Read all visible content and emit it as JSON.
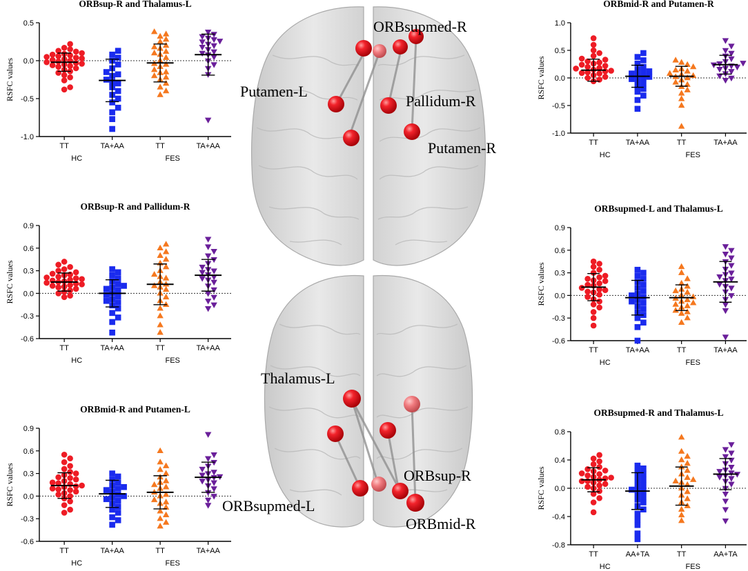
{
  "brain": {
    "labels": {
      "orbsupmed_r": "ORBsupmed-R",
      "putamen_l": "Putamen-L",
      "pallidum_r": "Pallidum-R",
      "putamen_r": "Putamen-R",
      "thalamus_l": "Thalamus-L",
      "orbsup_r": "ORBsup-R",
      "orbsupmed_l": "ORBsupmed-L",
      "orbmid_r": "ORBmid-R"
    },
    "node_color": "#e8141b"
  },
  "chart_data": [
    {
      "id": "c1",
      "type": "scatter",
      "title": "ORBsup-R and Thalamus-L",
      "ylabel": "RSFC values",
      "ylim": [
        -1.0,
        0.5
      ],
      "yticks": [
        "-1.0",
        "-0.5",
        "0.0",
        "0.5"
      ],
      "categories": [
        "TT",
        "TA+AA",
        "TT",
        "TA+AA"
      ],
      "groups": [
        "HC",
        "FES"
      ],
      "colors": [
        "#ee1c25",
        "#1a2bee",
        "#f5781f",
        "#6a1f9a"
      ],
      "markers": [
        "circle",
        "square",
        "triangle-up",
        "triangle-down"
      ],
      "series": [
        {
          "mean": -0.02,
          "sd": 0.12,
          "values": [
            0.22,
            0.17,
            0.15,
            0.13,
            0.12,
            0.1,
            0.09,
            0.08,
            0.07,
            0.06,
            0.05,
            0.04,
            0.03,
            0.02,
            0.01,
            0.0,
            -0.01,
            -0.02,
            -0.03,
            -0.04,
            -0.05,
            -0.06,
            -0.07,
            -0.08,
            -0.1,
            -0.12,
            -0.14,
            -0.16,
            -0.19,
            -0.22,
            -0.26,
            -0.35,
            -0.38
          ]
        },
        {
          "mean": -0.26,
          "sd": 0.28,
          "values": [
            0.13,
            0.08,
            0.04,
            0.0,
            -0.05,
            -0.1,
            -0.15,
            -0.2,
            -0.25,
            -0.3,
            -0.35,
            -0.4,
            -0.45,
            -0.5,
            -0.55,
            -0.62,
            -0.68,
            -0.77,
            -0.9,
            -0.18,
            -0.28
          ]
        },
        {
          "mean": -0.03,
          "sd": 0.25,
          "values": [
            0.38,
            0.35,
            0.32,
            0.28,
            0.25,
            0.2,
            0.16,
            0.12,
            0.08,
            0.04,
            0.0,
            -0.04,
            -0.08,
            -0.12,
            -0.16,
            -0.2,
            -0.25,
            -0.3,
            -0.35,
            -0.4,
            -0.45,
            -0.15,
            -0.05,
            0.1,
            0.18,
            -0.22
          ]
        },
        {
          "mean": 0.08,
          "sd": 0.27,
          "values": [
            0.38,
            0.35,
            0.32,
            0.3,
            0.28,
            0.25,
            0.22,
            0.2,
            0.18,
            0.15,
            0.12,
            0.1,
            0.05,
            0.0,
            -0.05,
            -0.1,
            -0.18,
            -0.78,
            0.26,
            0.08
          ]
        }
      ]
    },
    {
      "id": "c2",
      "type": "scatter",
      "title": "ORBsup-R and Pallidum-R",
      "ylabel": "RSFC values",
      "ylim": [
        -0.6,
        0.9
      ],
      "yticks": [
        "-0.6",
        "-0.3",
        "0.0",
        "0.3",
        "0.6",
        "0.9"
      ],
      "categories": [
        "TT",
        "TA+AA",
        "TT",
        "TA+AA"
      ],
      "groups": [
        "HC",
        "FES"
      ],
      "colors": [
        "#ee1c25",
        "#1a2bee",
        "#f5781f",
        "#6a1f9a"
      ],
      "markers": [
        "circle",
        "square",
        "triangle-up",
        "triangle-down"
      ],
      "series": [
        {
          "mean": 0.15,
          "sd": 0.12,
          "values": [
            0.42,
            0.38,
            0.35,
            0.32,
            0.3,
            0.28,
            0.26,
            0.24,
            0.22,
            0.2,
            0.18,
            0.16,
            0.15,
            0.14,
            0.12,
            0.1,
            0.08,
            0.06,
            0.04,
            0.02,
            0.0,
            -0.03,
            -0.05,
            0.17,
            0.13,
            0.21,
            0.11,
            0.09,
            0.19,
            0.25
          ]
        },
        {
          "mean": 0.0,
          "sd": 0.18,
          "values": [
            0.32,
            0.28,
            0.24,
            0.2,
            0.16,
            0.12,
            0.08,
            0.04,
            0.0,
            -0.04,
            -0.08,
            -0.12,
            -0.16,
            -0.2,
            -0.26,
            -0.32,
            -0.38,
            -0.52,
            -0.02,
            0.06,
            0.1,
            -0.1
          ]
        },
        {
          "mean": 0.12,
          "sd": 0.27,
          "values": [
            0.65,
            0.6,
            0.55,
            0.5,
            0.45,
            0.4,
            0.35,
            0.3,
            0.25,
            0.2,
            0.15,
            0.1,
            0.05,
            0.0,
            -0.05,
            -0.1,
            -0.15,
            -0.2,
            -0.3,
            -0.42,
            -0.52,
            0.22,
            0.12,
            0.08
          ]
        },
        {
          "mean": 0.24,
          "sd": 0.21,
          "values": [
            0.72,
            0.62,
            0.56,
            0.5,
            0.45,
            0.4,
            0.35,
            0.3,
            0.25,
            0.2,
            0.15,
            0.1,
            0.05,
            0.0,
            -0.05,
            -0.1,
            -0.15,
            -0.2,
            0.28,
            0.32,
            0.22,
            0.18
          ]
        }
      ]
    },
    {
      "id": "c3",
      "type": "scatter",
      "title": "ORBmid-R and Putamen-L",
      "ylabel": "RSFC values",
      "ylim": [
        -0.6,
        0.9
      ],
      "yticks": [
        "-0.6",
        "-0.3",
        "0.0",
        "0.3",
        "0.6",
        "0.9"
      ],
      "categories": [
        "TT",
        "TA+AA",
        "TT",
        "TA+AA"
      ],
      "groups": [
        "HC",
        "FES"
      ],
      "colors": [
        "#ee1c25",
        "#1a2bee",
        "#f5781f",
        "#6a1f9a"
      ],
      "markers": [
        "circle",
        "square",
        "triangle-up",
        "triangle-down"
      ],
      "series": [
        {
          "mean": 0.14,
          "sd": 0.17,
          "values": [
            0.55,
            0.5,
            0.45,
            0.4,
            0.36,
            0.32,
            0.28,
            0.25,
            0.22,
            0.2,
            0.18,
            0.16,
            0.14,
            0.12,
            0.1,
            0.08,
            0.06,
            0.04,
            0.02,
            0.0,
            -0.03,
            -0.07,
            -0.12,
            -0.18,
            -0.22,
            0.17,
            0.13,
            0.09,
            0.24,
            0.3
          ]
        },
        {
          "mean": 0.03,
          "sd": 0.18,
          "values": [
            0.3,
            0.26,
            0.22,
            0.18,
            0.14,
            0.1,
            0.06,
            0.02,
            -0.02,
            -0.06,
            -0.1,
            -0.14,
            -0.18,
            -0.22,
            -0.28,
            -0.32,
            -0.38,
            0.0,
            0.08,
            0.12,
            -0.04
          ]
        },
        {
          "mean": 0.05,
          "sd": 0.22,
          "values": [
            0.6,
            0.45,
            0.4,
            0.35,
            0.3,
            0.25,
            0.2,
            0.15,
            0.1,
            0.05,
            0.0,
            -0.05,
            -0.1,
            -0.15,
            -0.2,
            -0.25,
            -0.3,
            -0.35,
            -0.4,
            0.12,
            0.02,
            -0.08,
            0.18
          ]
        },
        {
          "mean": 0.25,
          "sd": 0.2,
          "values": [
            0.82,
            0.55,
            0.5,
            0.45,
            0.4,
            0.36,
            0.32,
            0.28,
            0.25,
            0.22,
            0.18,
            0.14,
            0.1,
            0.05,
            0.0,
            -0.05,
            -0.12,
            0.3,
            0.26,
            0.2
          ]
        }
      ]
    },
    {
      "id": "c4",
      "type": "scatter",
      "title": "ORBmid-R and Putamen-R",
      "ylabel": "RSFC values",
      "ylim": [
        -1.0,
        1.0
      ],
      "yticks": [
        "-1.0",
        "-0.5",
        "0.0",
        "0.5",
        "1.0"
      ],
      "categories": [
        "TT",
        "TA+AA",
        "TT",
        "TA+AA"
      ],
      "groups": [
        "HC",
        "FES"
      ],
      "colors": [
        "#ee1c25",
        "#1a2bee",
        "#f5781f",
        "#6a1f9a"
      ],
      "markers": [
        "circle",
        "square",
        "triangle-up",
        "triangle-down"
      ],
      "series": [
        {
          "mean": 0.14,
          "sd": 0.2,
          "values": [
            0.72,
            0.6,
            0.5,
            0.45,
            0.4,
            0.35,
            0.3,
            0.26,
            0.22,
            0.18,
            0.15,
            0.12,
            0.1,
            0.08,
            0.05,
            0.02,
            0.0,
            -0.03,
            -0.06,
            0.17,
            0.13,
            0.28,
            0.33,
            0.09,
            0.2,
            0.24
          ]
        },
        {
          "mean": 0.03,
          "sd": 0.2,
          "values": [
            0.45,
            0.38,
            0.32,
            0.26,
            0.2,
            0.15,
            0.1,
            0.05,
            0.0,
            -0.05,
            -0.1,
            -0.15,
            -0.2,
            -0.25,
            -0.32,
            -0.4,
            -0.56,
            0.08,
            0.02,
            -0.02,
            0.12
          ]
        },
        {
          "mean": 0.03,
          "sd": 0.18,
          "values": [
            0.32,
            0.28,
            0.24,
            0.2,
            0.16,
            0.12,
            0.08,
            0.04,
            0.0,
            -0.04,
            -0.08,
            -0.12,
            -0.16,
            -0.22,
            -0.28,
            -0.38,
            -0.5,
            -0.88,
            0.06,
            0.14,
            0.02
          ]
        },
        {
          "mean": 0.24,
          "sd": 0.17,
          "values": [
            0.68,
            0.58,
            0.5,
            0.45,
            0.4,
            0.35,
            0.3,
            0.27,
            0.24,
            0.2,
            0.16,
            0.12,
            0.08,
            0.04,
            0.0,
            -0.04,
            0.22,
            0.26,
            0.18
          ]
        }
      ]
    },
    {
      "id": "c5",
      "type": "scatter",
      "title": "ORBsupmed-L and Thalamus-L",
      "ylabel": "RSFC values",
      "ylim": [
        -0.6,
        0.9
      ],
      "yticks": [
        "-0.6",
        "-0.3",
        "0.0",
        "0.3",
        "0.6",
        "0.9"
      ],
      "categories": [
        "TT",
        "TA+AA",
        "TT",
        "TA+AA"
      ],
      "groups": [
        "HC",
        "FES"
      ],
      "colors": [
        "#ee1c25",
        "#1a2bee",
        "#f5781f",
        "#6a1f9a"
      ],
      "markers": [
        "circle",
        "square",
        "triangle-up",
        "triangle-down"
      ],
      "series": [
        {
          "mean": 0.11,
          "sd": 0.18,
          "values": [
            0.45,
            0.42,
            0.38,
            0.34,
            0.3,
            0.26,
            0.22,
            0.19,
            0.16,
            0.13,
            0.1,
            0.07,
            0.04,
            0.01,
            -0.02,
            -0.05,
            -0.08,
            -0.12,
            -0.16,
            -0.22,
            -0.3,
            -0.4,
            0.14,
            0.08,
            0.2,
            0.24,
            0.05
          ]
        },
        {
          "mean": -0.03,
          "sd": 0.23,
          "values": [
            0.34,
            0.3,
            0.26,
            0.22,
            0.18,
            0.14,
            0.1,
            0.06,
            0.02,
            -0.02,
            -0.06,
            -0.1,
            -0.14,
            -0.18,
            -0.22,
            -0.26,
            -0.3,
            -0.36,
            -0.42,
            -0.6,
            0.0,
            -0.08
          ]
        },
        {
          "mean": -0.03,
          "sd": 0.17,
          "values": [
            0.38,
            0.3,
            0.22,
            0.16,
            0.12,
            0.08,
            0.04,
            0.0,
            -0.04,
            -0.08,
            -0.12,
            -0.16,
            -0.2,
            -0.24,
            -0.3,
            -0.36,
            -0.02,
            -0.06,
            0.06,
            -0.1,
            -0.14,
            -0.22
          ]
        },
        {
          "mean": 0.18,
          "sd": 0.27,
          "values": [
            0.65,
            0.6,
            0.55,
            0.5,
            0.45,
            0.4,
            0.35,
            0.3,
            0.25,
            0.2,
            0.15,
            0.1,
            0.05,
            0.0,
            -0.05,
            -0.12,
            -0.2,
            -0.55,
            0.28,
            0.22,
            0.12
          ]
        }
      ]
    },
    {
      "id": "c6",
      "type": "scatter",
      "title": "ORBsupmed-R and Thalamus-L",
      "ylabel": "RSFC values",
      "ylim": [
        -0.8,
        0.8
      ],
      "yticks": [
        "-0.8",
        "-0.4",
        "0.0",
        "0.4",
        "0.8"
      ],
      "categories": [
        "TT",
        "AA+TA",
        "TT",
        "AA+TA"
      ],
      "groups": [
        "HC",
        "FES"
      ],
      "colors": [
        "#ee1c25",
        "#1a2bee",
        "#f5781f",
        "#6a1f9a"
      ],
      "markers": [
        "circle",
        "square",
        "triangle-up",
        "triangle-down"
      ],
      "series": [
        {
          "mean": 0.12,
          "sd": 0.17,
          "values": [
            0.47,
            0.42,
            0.38,
            0.34,
            0.3,
            0.27,
            0.24,
            0.21,
            0.18,
            0.15,
            0.12,
            0.1,
            0.08,
            0.06,
            0.04,
            0.02,
            0.0,
            -0.04,
            -0.08,
            -0.14,
            -0.2,
            -0.34,
            0.14,
            0.1,
            0.2,
            0.16,
            0.25
          ]
        },
        {
          "mean": -0.04,
          "sd": 0.26,
          "values": [
            0.32,
            0.28,
            0.24,
            0.2,
            0.16,
            0.12,
            0.08,
            0.04,
            0.0,
            -0.04,
            -0.08,
            -0.12,
            -0.16,
            -0.2,
            -0.25,
            -0.3,
            -0.36,
            -0.44,
            -0.52,
            -0.64,
            -0.72,
            -0.02
          ]
        },
        {
          "mean": 0.03,
          "sd": 0.27,
          "values": [
            0.72,
            0.52,
            0.45,
            0.4,
            0.35,
            0.3,
            0.25,
            0.2,
            0.15,
            0.1,
            0.05,
            0.0,
            -0.05,
            -0.1,
            -0.15,
            -0.2,
            -0.25,
            -0.3,
            -0.38,
            -0.46,
            0.12,
            0.08
          ]
        },
        {
          "mean": 0.2,
          "sd": 0.22,
          "values": [
            0.62,
            0.55,
            0.5,
            0.45,
            0.4,
            0.35,
            0.3,
            0.26,
            0.22,
            0.18,
            0.14,
            0.1,
            0.06,
            0.0,
            -0.08,
            -0.18,
            -0.3,
            -0.46,
            0.24,
            0.2,
            0.16
          ]
        }
      ]
    }
  ]
}
